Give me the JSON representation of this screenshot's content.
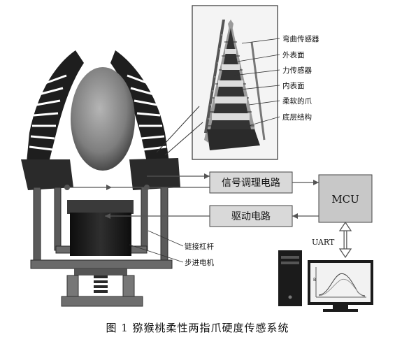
{
  "caption": "图 1  猕猴桃柔性两指爪硬度传感系统",
  "inset_labels": {
    "bend_sensor": "弯曲传感器",
    "outer_surface": "外表面",
    "force_sensor": "力传感器",
    "inner_surface": "内表面",
    "soft_claw": "柔软的爪",
    "base_structure": "底层结构"
  },
  "gripper_labels": {
    "linkage": "链接杠杆",
    "stepper_motor": "步进电机"
  },
  "blocks": {
    "signal_conditioning": "信号调理电路",
    "drive_circuit": "驱动电路",
    "mcu": "MCU",
    "uart": "UART"
  },
  "computer": {
    "plot_label": "B"
  },
  "colors": {
    "block_fill": "#d9d9d9",
    "mcu_fill": "#c8c8c8",
    "line": "#444444",
    "claw_dark": "#1e1e1e",
    "fruit": "#8a8a8a"
  }
}
